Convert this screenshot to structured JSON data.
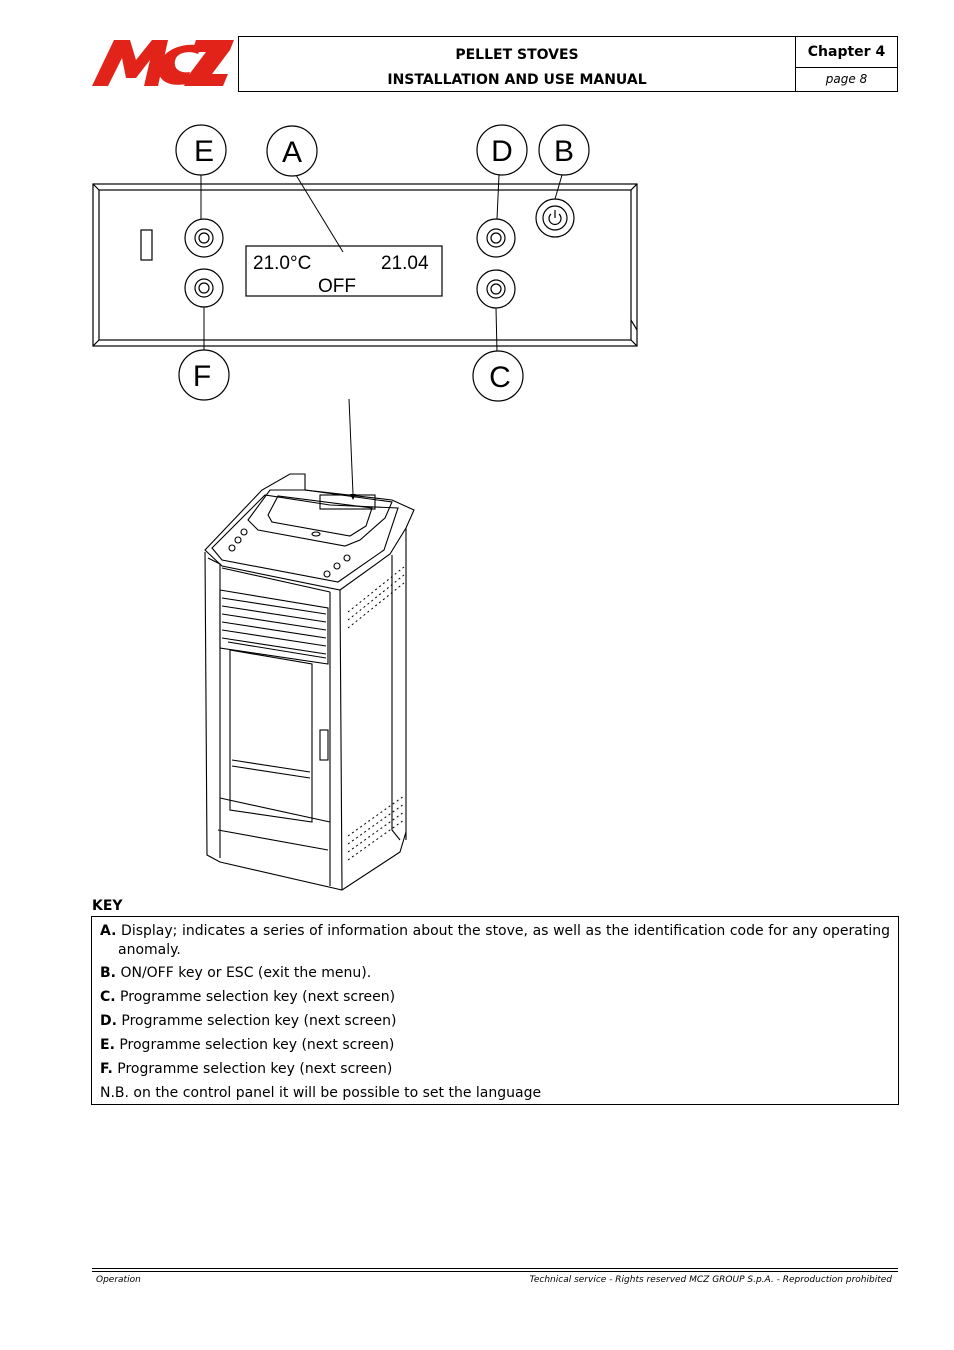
{
  "header": {
    "logo_text": "MCZ",
    "title_line1": "PELLET STOVES",
    "title_line2": "INSTALLATION AND USE MANUAL",
    "chapter": "Chapter 4",
    "page": "page 8"
  },
  "figure": {
    "callouts": [
      "E",
      "A",
      "D",
      "B",
      "F",
      "C"
    ],
    "display": {
      "temperature": "21.0°C",
      "time": "21.04",
      "status": "OFF"
    }
  },
  "key": {
    "title": "KEY",
    "items": [
      {
        "letter": "A.",
        "text": " Display; indicates a series of information about the stove, as well as the identification code for any operating anomaly."
      },
      {
        "letter": "B.",
        "text": " ON/OFF key or ESC (exit the menu)."
      },
      {
        "letter": "C.",
        "text": " Programme selection key (next screen)"
      },
      {
        "letter": "D.",
        "text": " Programme selection key (next screen)"
      },
      {
        "letter": "E.",
        "text": " Programme selection key (next screen)"
      },
      {
        "letter": "F.",
        "text": " Programme selection key (next screen)"
      }
    ],
    "note": "N.B. on the control panel it will be possible to set the language"
  },
  "footer": {
    "left": "Operation",
    "right": "Technical service - Rights reserved MCZ GROUP S.p.A. - Reproduction prohibited"
  },
  "colors": {
    "logo_red": "#e2231a"
  }
}
